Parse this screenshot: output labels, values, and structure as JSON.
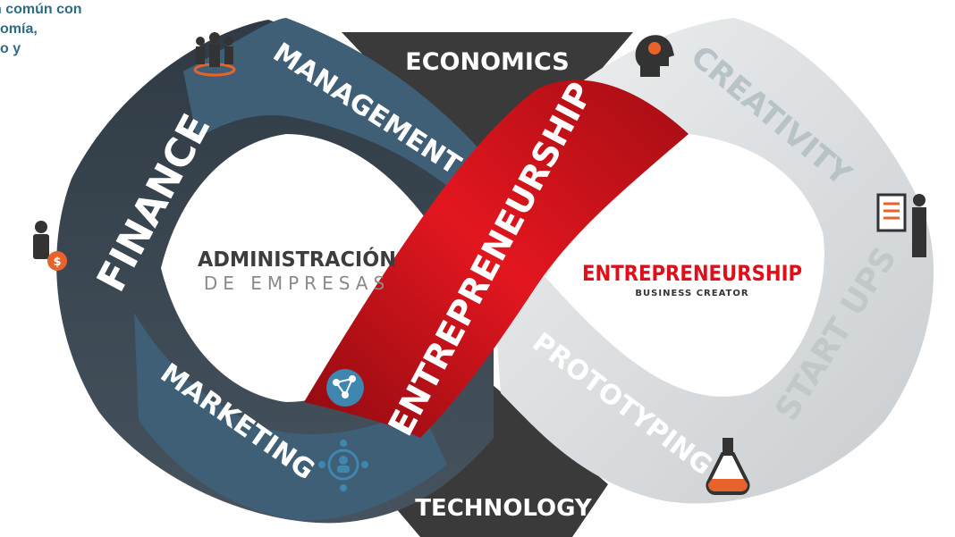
{
  "caption": [
    "n común con",
    "omía,",
    "o y"
  ],
  "bands": {
    "economics": "ECONOMICS",
    "technology": "TECHNOLOGY",
    "management": "MANAGEMENT",
    "finance": "FINANCE",
    "marketing": "MARKETING",
    "entrepreneurship": "ENTREPRENEURSHIP",
    "creativity": "CREATIVITY",
    "start_ups": "START UPS",
    "prototyping": "PROTOTYPING"
  },
  "left_center": {
    "line1": "ADMINISTRACIÓN",
    "line2": "DE EMPRESAS"
  },
  "right_center": {
    "logo": "ENTREPRENEURSHIP",
    "tagline": "BUSINESS CREATOR"
  },
  "colors": {
    "dark_band": "#3d4a55",
    "slate_band": "#3f5f76",
    "red_band": "#d0131c",
    "light_band": "#d9dde0",
    "center_dark": "#3a3a3a",
    "caption": "#2d6c85",
    "accent_orange": "#e8622b"
  },
  "icons": [
    "people-meeting-icon",
    "businessman-coin-icon",
    "head-lightbulb-icon",
    "document-man-icon",
    "network-icon",
    "user-network-icon",
    "flask-icon"
  ]
}
